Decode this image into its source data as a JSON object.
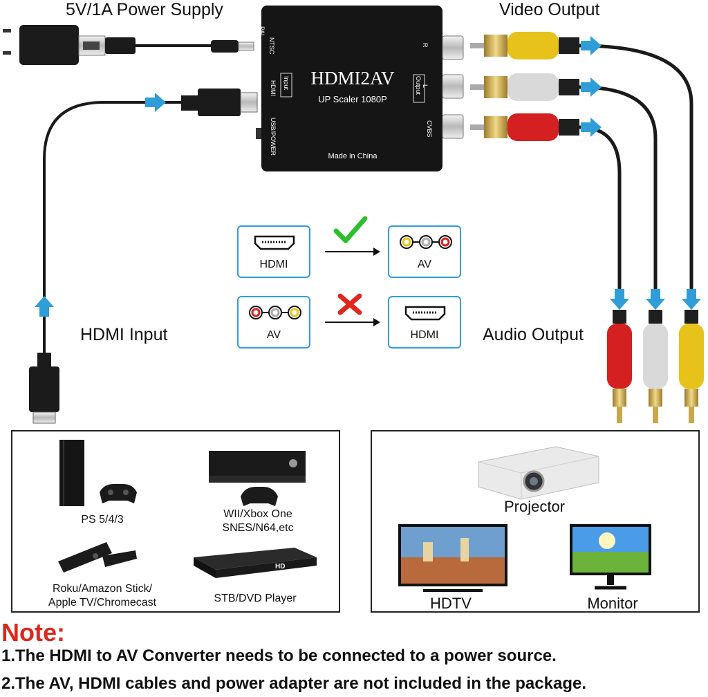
{
  "labels": {
    "power_supply": "5V/1A Power Supply",
    "video_output": "Video Output",
    "hdmi_input": "HDMI Input",
    "audio_output": "Audio Output"
  },
  "converter": {
    "title": "HDMI2AV",
    "subtitle": "UP Scaler 1080P",
    "made_in": "Made in China",
    "port_pal": "PAL",
    "port_ntsc": "NTSC",
    "port_hdmi": "HDMI",
    "port_input": "Input",
    "port_usb": "USB/POWER",
    "port_r": "R",
    "port_l": "L",
    "port_output": "Output",
    "port_cvbs": "CVBS"
  },
  "compat": {
    "row1_from": "HDMI",
    "row1_to": "AV",
    "row2_from": "AV",
    "row2_to": "HDMI",
    "ok_color": "#2bbf2b",
    "bad_color": "#e0261d"
  },
  "sources": {
    "ps": "PS 5/4/3",
    "wii_line1": "WII/Xbox One",
    "wii_line2": "SNES/N64,etc",
    "roku_line1": "Roku/Amazon Stick/",
    "roku_line2": "Apple TV/Chromecast",
    "stb": "STB/DVD Player",
    "stb_badge": "HD"
  },
  "displays": {
    "projector": "Projector",
    "hdtv": "HDTV",
    "monitor": "Monitor"
  },
  "note": {
    "title": "Note:",
    "line1": "1.The HDMI to AV Converter needs to be connected to a power source.",
    "line2": "2.The AV, HDMI cables and power adapter are not included in the package."
  },
  "colors": {
    "accent_blue": "#2f9ed8",
    "plug_yellow": "#e6c21a",
    "plug_white": "#d9d9d9",
    "plug_red": "#d42020"
  }
}
